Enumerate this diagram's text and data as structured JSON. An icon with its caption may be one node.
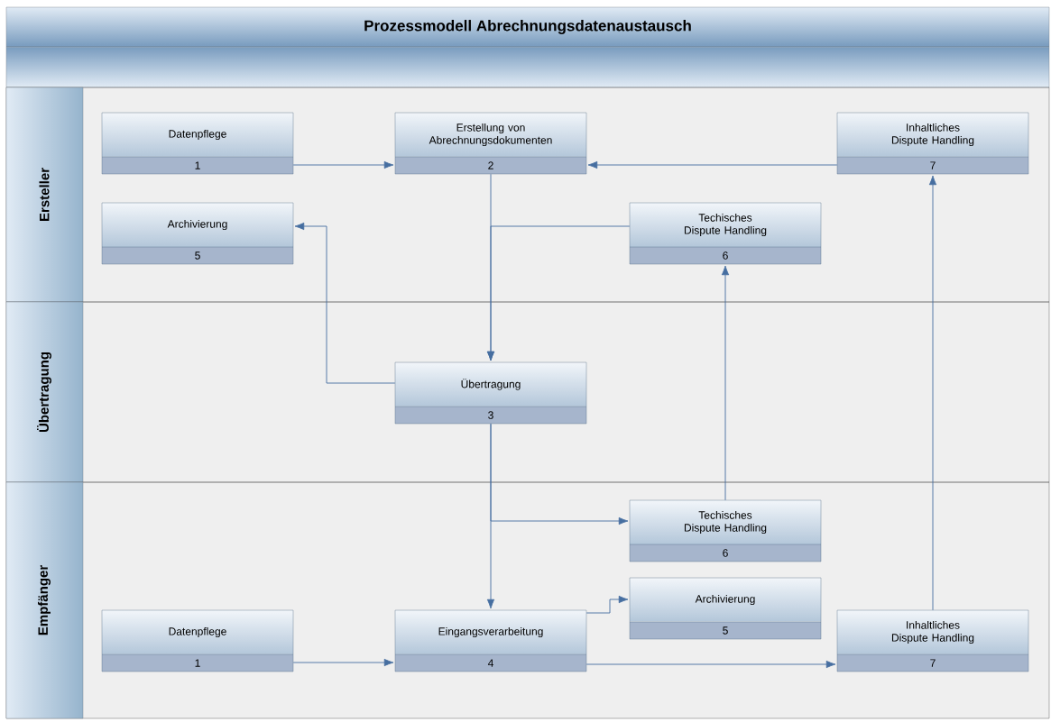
{
  "diagram": {
    "title": "Prozessmodell Abrechnungsdatenaustausch",
    "nodes": [
      {
        "text": [
          "Ersteller"
        ]
      },
      {
        "text": [
          "Datenpflege",
          "1"
        ],
        "in": 0
      },
      {
        "text": [
          "Erstellung von Abrechnungsdokumenten",
          "2"
        ],
        "in": 0
      },
      {
        "text": [
          "Inhaltliches Dispute Handling",
          "7"
        ],
        "in": 0
      },
      {
        "text": [
          "Archivierung",
          "5"
        ],
        "in": 0
      },
      {
        "text": [
          "Techisches Dispute Handling",
          "6"
        ],
        "in": 0
      },
      {
        "text": [
          "Übertragung"
        ]
      },
      {
        "text": [
          "Übertragung",
          "3"
        ],
        "in": 6
      },
      {
        "text": [
          "Empfänger"
        ]
      },
      {
        "text": [
          "Techisches Dispute Handling",
          "6"
        ],
        "in": 8
      },
      {
        "text": [
          "Archivierung",
          "5"
        ],
        "in": 8
      },
      {
        "text": [
          "Datenpflege",
          "1"
        ],
        "in": 8
      },
      {
        "text": [
          "Eingangsverarbeitung",
          "4"
        ],
        "in": 8
      },
      {
        "text": [
          "Inhaltliches Dispute Handling",
          "7"
        ],
        "in": 8
      }
    ],
    "edges": [
      {
        "from": 1,
        "to": 2,
        "arrow": "to"
      },
      {
        "from": 3,
        "to": 2,
        "arrow": "to"
      },
      {
        "from": 2,
        "to": 7,
        "arrow": "to"
      },
      {
        "from": 5,
        "to": 7,
        "arrow": "to"
      },
      {
        "from": 7,
        "to": 4,
        "arrow": "to"
      },
      {
        "from": 7,
        "to": 12,
        "arrow": "to"
      },
      {
        "from": 7,
        "to": 9,
        "arrow": "to"
      },
      {
        "from": 9,
        "to": 5,
        "arrow": "to"
      },
      {
        "from": 12,
        "to": 10,
        "arrow": "to"
      },
      {
        "from": 11,
        "to": 12,
        "arrow": "to"
      },
      {
        "from": 12,
        "to": 13,
        "arrow": "to"
      },
      {
        "from": 13,
        "to": 3,
        "arrow": "to"
      }
    ]
  }
}
